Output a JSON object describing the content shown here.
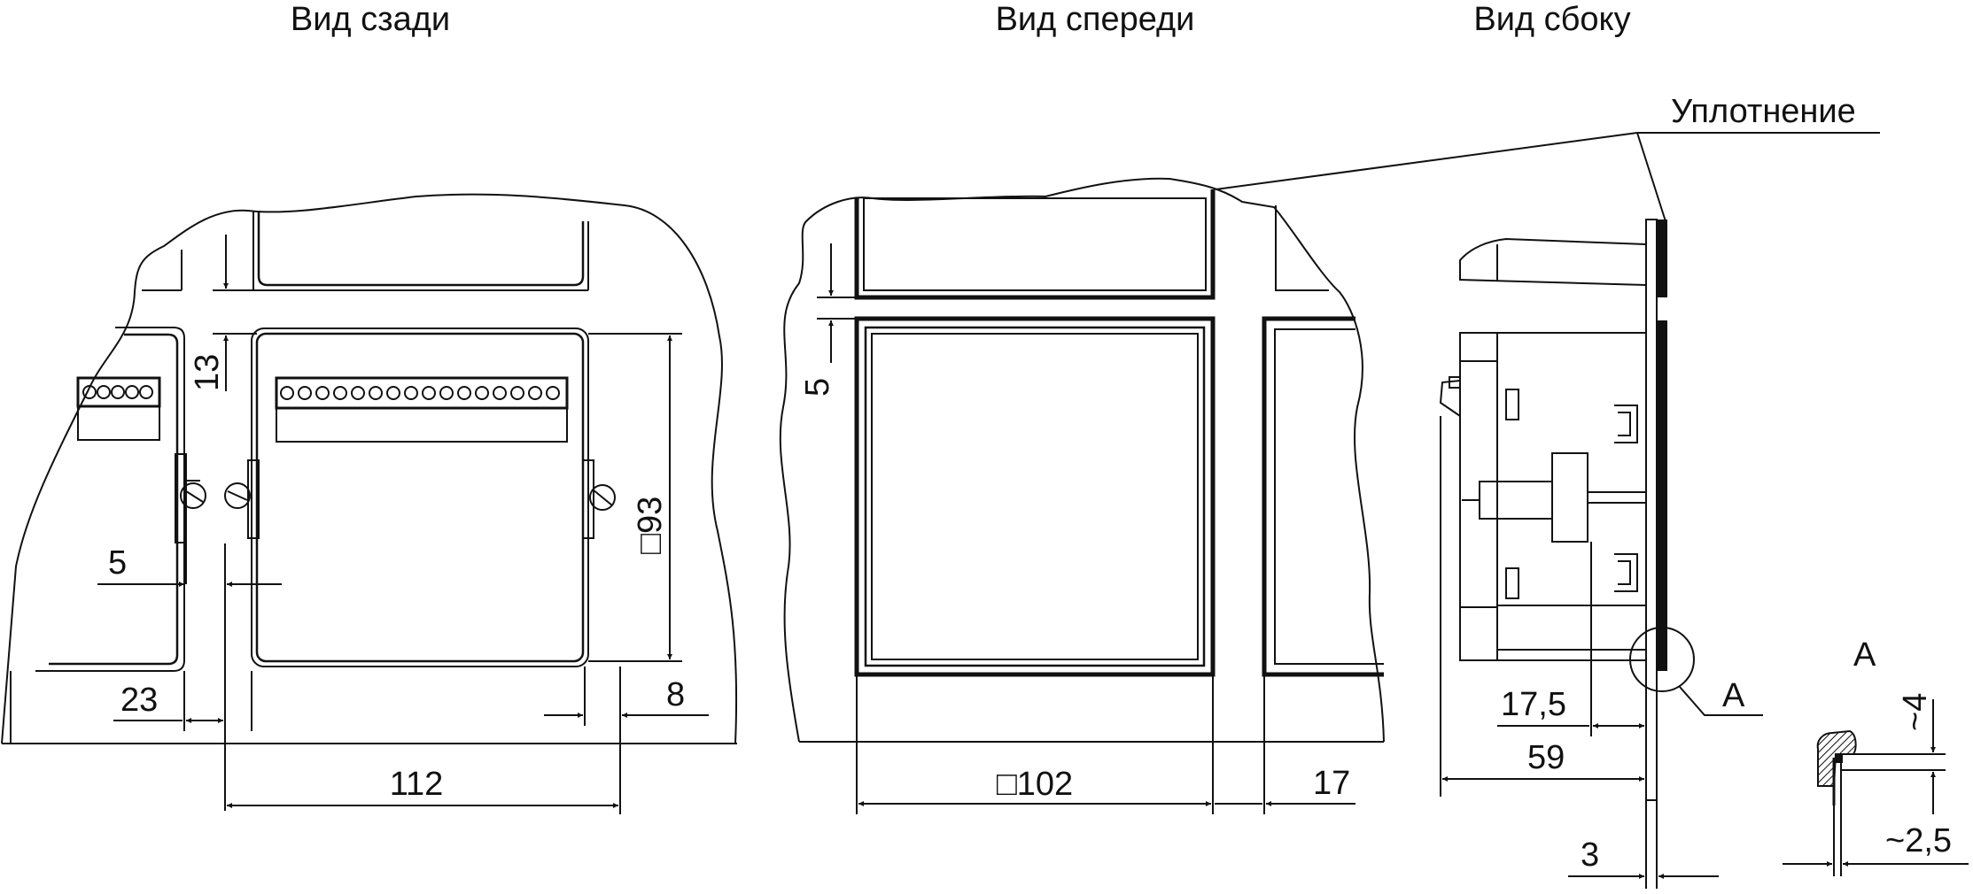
{
  "views": {
    "rear": "Вид сзади",
    "front": "Вид спереди",
    "side": "Вид сбоку"
  },
  "labels": {
    "seal": "Уплотнение",
    "detail_ref": "А",
    "detail_title": "А"
  },
  "dimensions": {
    "gap_rear_vertical": "13",
    "gap_rear_horizontal": "5",
    "rear_pitch_left": "23",
    "rear_square": "□93",
    "rear_right_margin": "8",
    "rear_pitch": "112",
    "front_gap": "5",
    "front_square": "□102",
    "front_right_gap": "17",
    "side_depth_inner": "17,5",
    "side_depth": "59",
    "side_panel": "3",
    "detail_height": "~4",
    "detail_width": "~2,5"
  }
}
